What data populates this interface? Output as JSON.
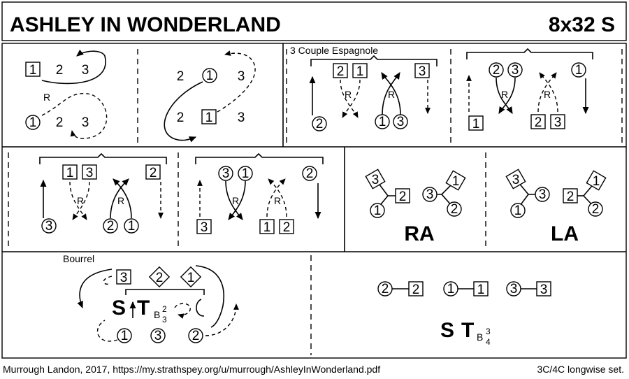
{
  "header": {
    "title": "ASHLEY IN WONDERLAND",
    "code": "8x32 S"
  },
  "footer": {
    "credit": "Murrough Landon, 2017, https://my.strathspey.org/u/murrough/AshleyInWonderland.pdf",
    "set": "3C/4C longwise set."
  },
  "labels": {
    "r": "R",
    "espagnole": "3 Couple Espagnole",
    "bourrel": "Bourrel",
    "ra": "RA",
    "la": "LA",
    "s": "S",
    "t": "T",
    "b": "B",
    "two": "2",
    "three": "3",
    "four": "4"
  },
  "dancers": {
    "m1": "1",
    "m2": "2",
    "m3": "3"
  }
}
